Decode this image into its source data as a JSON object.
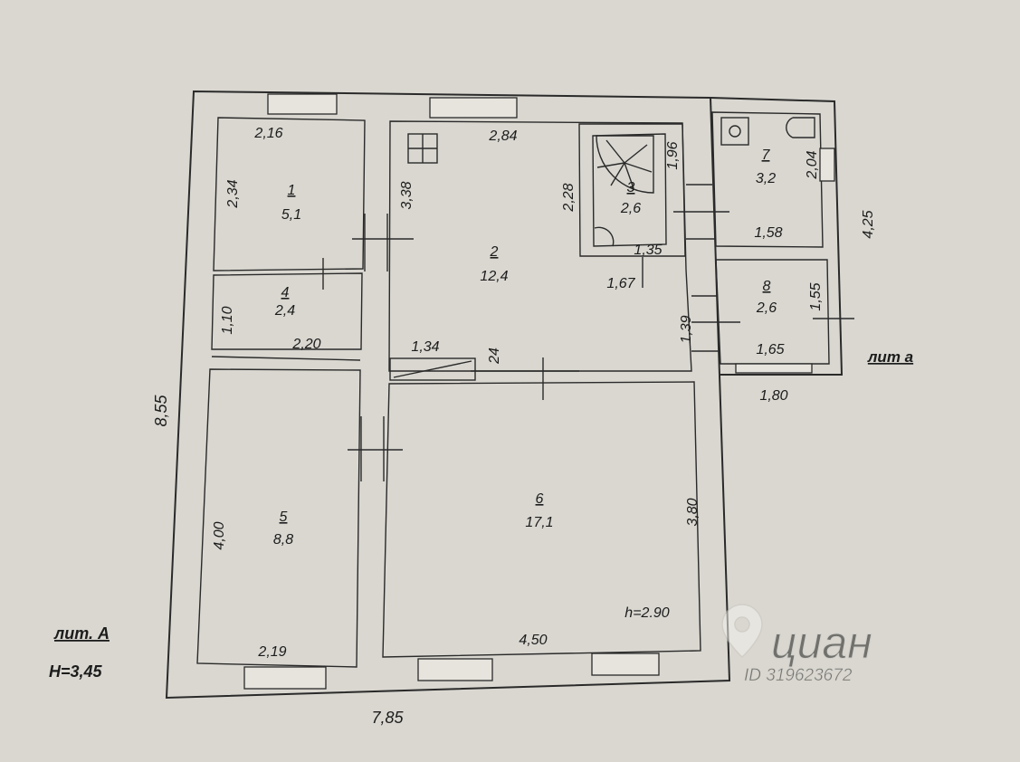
{
  "plan": {
    "rooms": [
      {
        "num": "1",
        "area": "5,1"
      },
      {
        "num": "2",
        "area": "12,4"
      },
      {
        "num": "3",
        "area": "2,6"
      },
      {
        "num": "4",
        "area": "2,4"
      },
      {
        "num": "5",
        "area": "8,8"
      },
      {
        "num": "6",
        "area": "17,1"
      },
      {
        "num": "7",
        "area": "3,2"
      },
      {
        "num": "8",
        "area": "2,6"
      }
    ],
    "dims": {
      "r1_top": "2,16",
      "r1_side": "2,34",
      "r2_top": "2,84",
      "r2_left": "3,38",
      "r2_right": "2,28",
      "r3_side": "1,96",
      "r3_bottom": "1,35",
      "r3_under": "1,67",
      "r4_side": "1,10",
      "r4_bottom": "2,20",
      "oven": "1,34",
      "oven_side": "24",
      "r6_side": "3,80",
      "r6_bottom": "4,50",
      "height": "h=2.90",
      "r5_side": "4,00",
      "r5_bottom": "2,19",
      "r7_side": "2,04",
      "r7_bottom": "1,58",
      "r8_side": "1,55",
      "r8_bottom": "1,65",
      "corr": "1,39",
      "outer_height": "8,55",
      "outer_width": "7,85",
      "ext_height": "4,25",
      "ext_width": "1,80"
    },
    "labels": {
      "lit_a_small": "лит а",
      "lit_a_main": "лит. А",
      "main_height": "H=3,45"
    }
  },
  "watermark": {
    "brand": "циан",
    "id": "ID 319623672"
  }
}
